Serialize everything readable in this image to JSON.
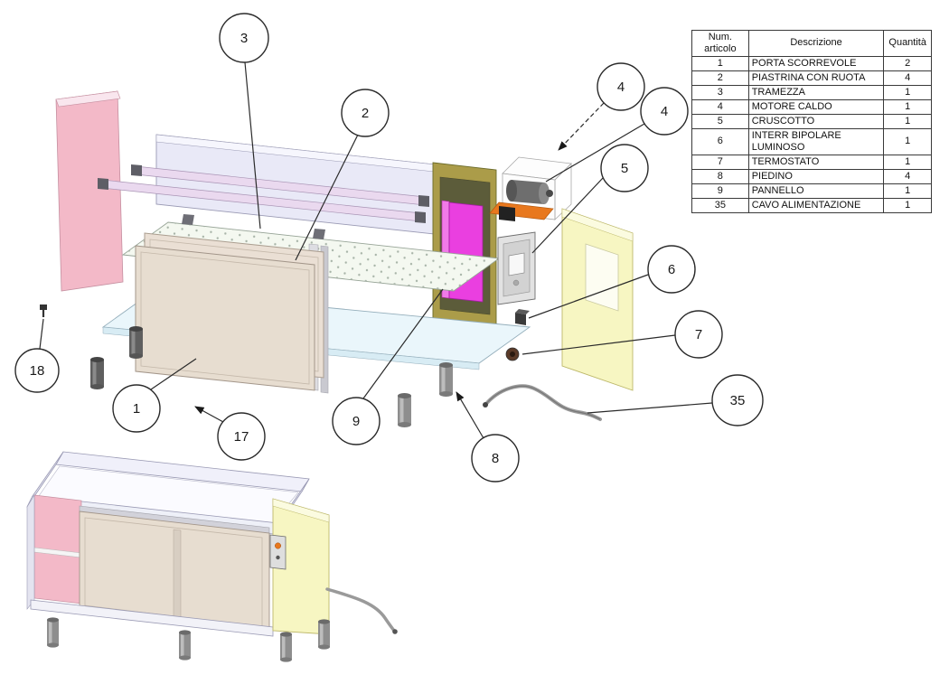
{
  "table": {
    "headers": {
      "num": "Num. articolo",
      "desc": "Descrizione",
      "qty": "Quantità"
    },
    "rows": [
      {
        "num": "1",
        "desc": "PORTA SCORREVOLE",
        "qty": "2"
      },
      {
        "num": "2",
        "desc": "PIASTRINA CON RUOTA",
        "qty": "4"
      },
      {
        "num": "3",
        "desc": "TRAMEZZA",
        "qty": "1"
      },
      {
        "num": "4",
        "desc": "MOTORE CALDO",
        "qty": "1"
      },
      {
        "num": "5",
        "desc": "CRUSCOTTO",
        "qty": "1"
      },
      {
        "num": "6",
        "desc": "INTERR BIPOLARE LUMINOSO",
        "qty": "1"
      },
      {
        "num": "7",
        "desc": "TERMOSTATO",
        "qty": "1"
      },
      {
        "num": "8",
        "desc": "PIEDINO",
        "qty": "4"
      },
      {
        "num": "9",
        "desc": "PANNELLO",
        "qty": "1"
      },
      {
        "num": "35",
        "desc": "CAVO ALIMENTAZIONE",
        "qty": "1"
      }
    ]
  },
  "callouts": {
    "c1": {
      "label": "1"
    },
    "c2": {
      "label": "2"
    },
    "c3": {
      "label": "3"
    },
    "c4a": {
      "label": "4"
    },
    "c4b": {
      "label": "4"
    },
    "c5": {
      "label": "5"
    },
    "c6": {
      "label": "6"
    },
    "c7": {
      "label": "7"
    },
    "c8": {
      "label": "8"
    },
    "c9": {
      "label": "9"
    },
    "c17": {
      "label": "17"
    },
    "c18": {
      "label": "18"
    },
    "c35": {
      "label": "35"
    }
  },
  "colors": {
    "pink": "#f3b9c8",
    "beige": "#e7ddd0",
    "yellow": "#f7f6c2",
    "magenta": "#ea3fe0",
    "lavender": "#e9e9f7",
    "base_blue": "#eaf6fb",
    "orange": "#e8781e"
  }
}
